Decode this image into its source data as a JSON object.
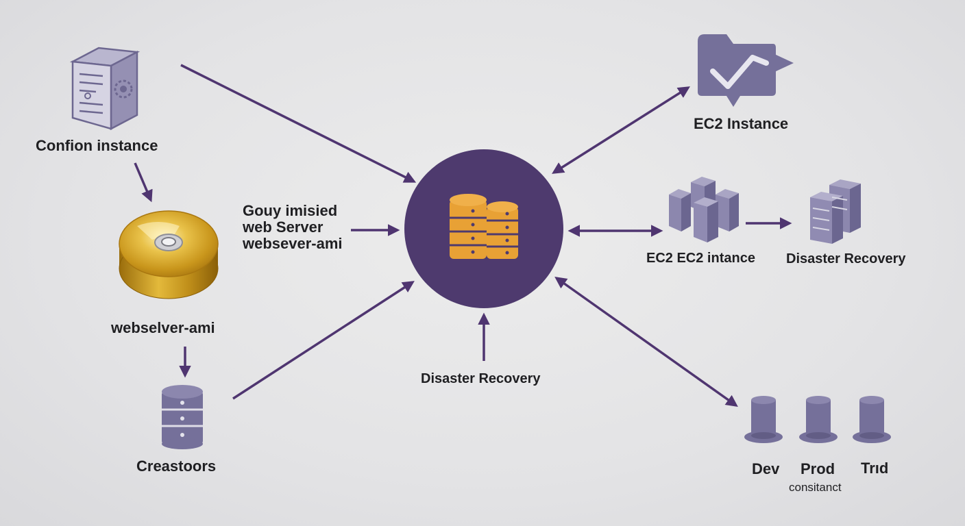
{
  "labels": {
    "config_instance": "Confion instance",
    "custom_web_server": "Gouy imisied\nweb Server\nwebsever-ami",
    "ami_disc": "webselver-ami",
    "creastoors": "Creastoors",
    "disaster_recovery_center": "Disaster Recovery",
    "ec2_instance": "EC2 Instance",
    "ec2_ec2_instance": "EC2 EC2 intance",
    "disaster_recovery_right": "Disaster Recovery",
    "dev": "Dev",
    "prod": "Prod",
    "trd": "Trıd",
    "consistent": "consitanct"
  },
  "icons": {
    "config_instance": "server-gear-icon",
    "ami_disc": "disc-icon",
    "creastoors": "database-icon",
    "hub": "database-stack-icon",
    "ec2_instance": "cloud-check-icon",
    "ec2_cluster": "server-cluster-icon",
    "disaster_recovery_right": "server-stack-icon",
    "dev": "cylinder-icon",
    "prod": "cylinder-icon",
    "trd": "cylinder-icon"
  },
  "colors": {
    "arrow": "#4f3570",
    "hub": "#4e3a6e",
    "hub_icon": "#e8a135",
    "icon": "#75709a",
    "disc_gold": "#d9ae2b"
  }
}
